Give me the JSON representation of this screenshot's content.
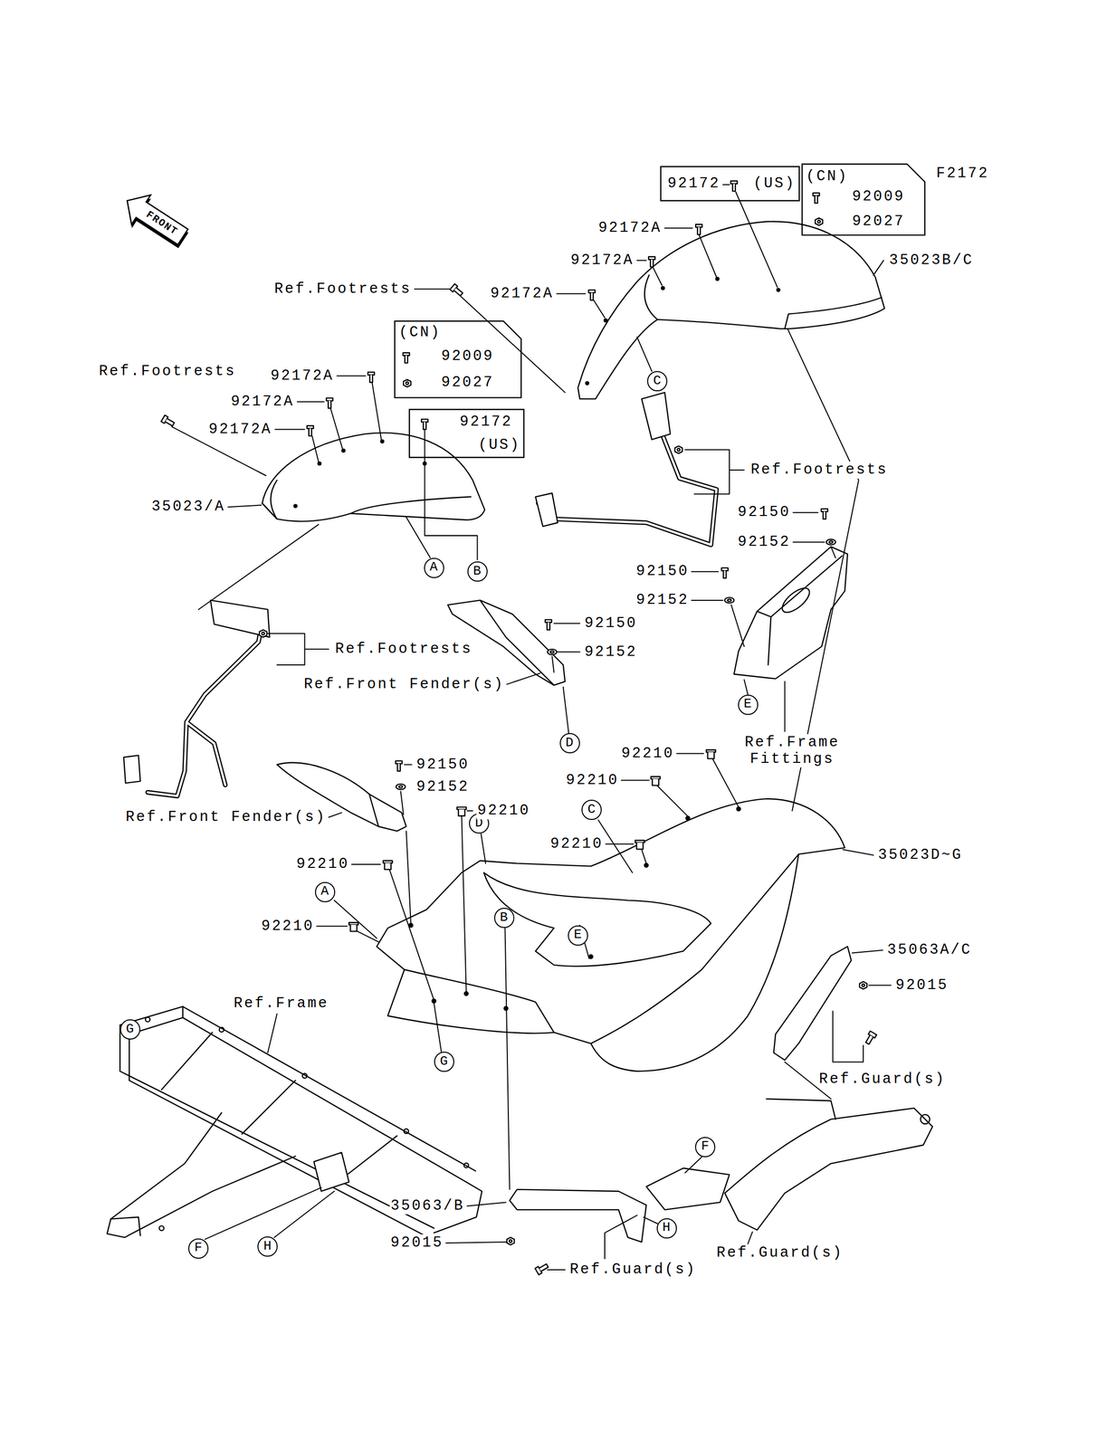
{
  "diagram": {
    "nodes": [
      {
        "text": [
          "FRONT"
        ]
      },
      {
        "text": [
          "92172",
          "(US)"
        ]
      },
      {
        "text": [
          "(CN)",
          "92009",
          "92027"
        ]
      },
      {
        "text": [
          "(CN)",
          "92009",
          "92027"
        ]
      },
      {
        "text": [
          "92172",
          "(US)"
        ]
      },
      {
        "text": [
          "C"
        ]
      },
      {
        "text": [
          "A"
        ]
      },
      {
        "text": [
          "B"
        ]
      },
      {
        "text": [
          "E"
        ]
      },
      {
        "text": [
          "D"
        ]
      },
      {
        "text": [
          "C"
        ]
      },
      {
        "text": [
          "D"
        ]
      },
      {
        "text": [
          "A"
        ]
      },
      {
        "text": [
          "B"
        ]
      },
      {
        "text": [
          "E"
        ]
      },
      {
        "text": [
          "G"
        ]
      },
      {
        "text": [
          "G"
        ]
      },
      {
        "text": [
          "F"
        ]
      },
      {
        "text": [
          "H"
        ]
      },
      {
        "text": [
          "H"
        ]
      },
      {
        "text": [
          "F"
        ]
      }
    ],
    "labels": [
      "F2172",
      "92172A",
      "92172A",
      "Ref.Footrests",
      "92172A",
      "35023B/C",
      "Ref.Footrests",
      "92172A",
      "92172A",
      "92172A",
      "35023/A",
      "Ref.Footrests",
      "92150",
      "92152",
      "92150",
      "92152",
      "92150",
      "92152",
      "Ref.Footrests",
      "Ref.Front Fender(s)",
      "Ref.Frame Fittings",
      "92210",
      "92210",
      "92150",
      "92152",
      "92210",
      "Ref.Front Fender(s)",
      "92210",
      "35023D~G",
      "92210",
      "92210",
      "35063A/C",
      "92015",
      "Ref.Frame",
      "Ref.Guard(s)",
      "35063/B",
      "92015",
      "Ref.Guard(s)",
      "Ref.Guard(s)"
    ]
  }
}
